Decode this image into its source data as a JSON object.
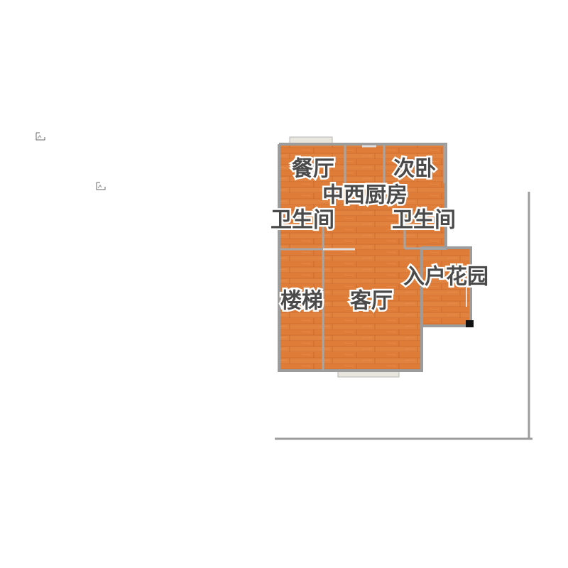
{
  "floor_plan": {
    "rooms": [
      {
        "id": "dining",
        "label": "餐厅"
      },
      {
        "id": "second-bedroom",
        "label": "次卧"
      },
      {
        "id": "kitchen",
        "label": "中西厨房"
      },
      {
        "id": "bathroom-left",
        "label": "卫生间"
      },
      {
        "id": "bathroom-right",
        "label": "卫生间"
      },
      {
        "id": "entry-garden",
        "label": "入户花园"
      },
      {
        "id": "stairs",
        "label": "楼梯"
      },
      {
        "id": "living-room",
        "label": "客厅"
      }
    ],
    "icons": [
      "broken-image-icon",
      "broken-image-icon"
    ],
    "colors": {
      "floor": "#e2823f",
      "floor_dark": "#c9692b",
      "wall": "#9c9c9c",
      "window": "#e9e6de",
      "label": "#4a4a4a"
    }
  }
}
